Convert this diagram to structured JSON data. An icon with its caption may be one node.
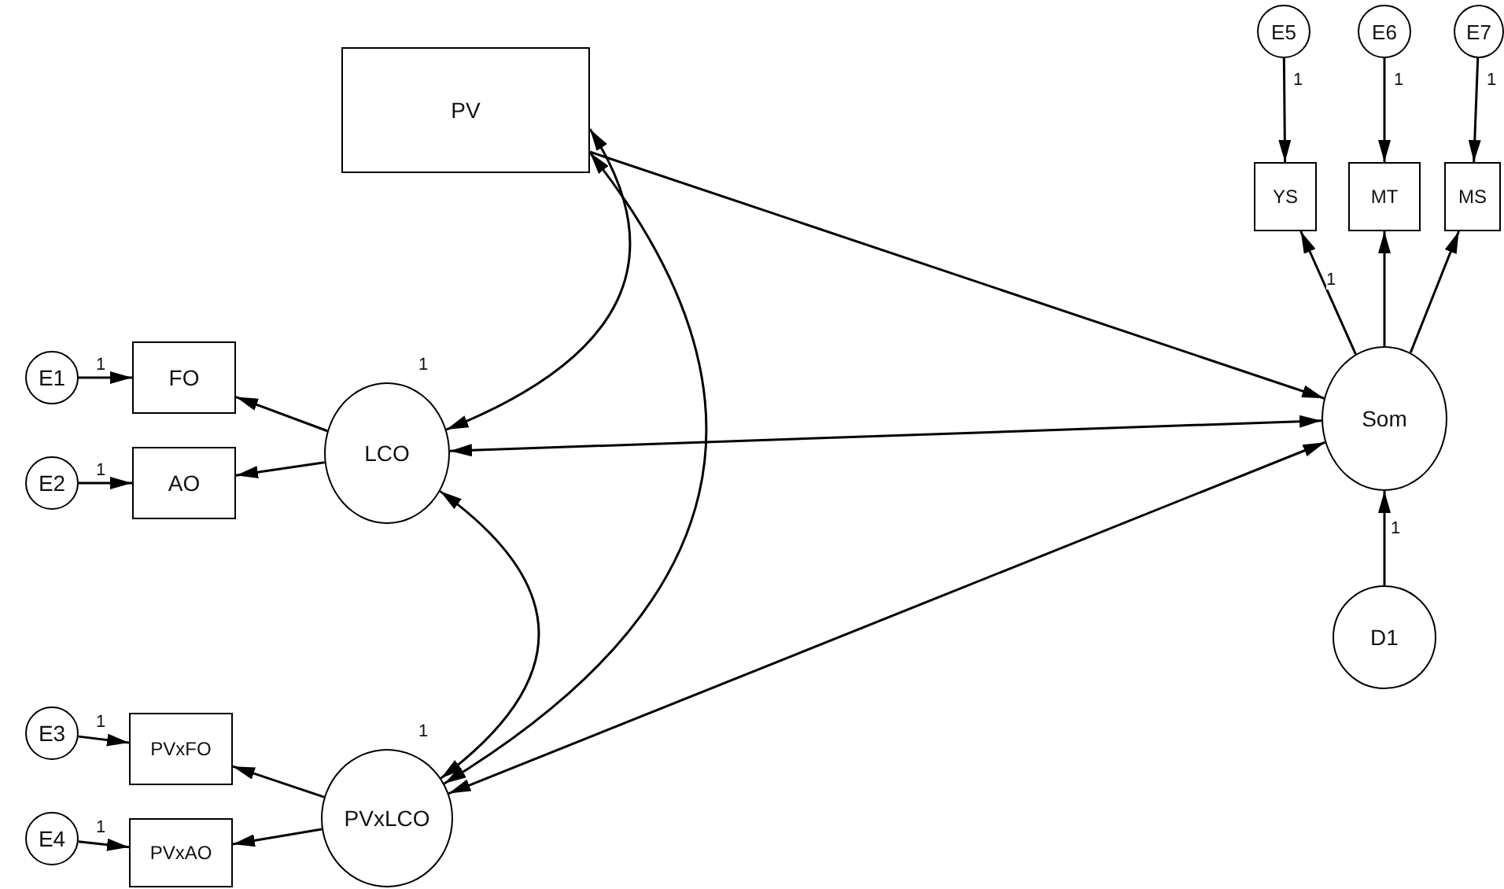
{
  "diagram": {
    "nodes": [
      {
        "text": [
          "PV"
        ]
      },
      {
        "text": [
          "E5"
        ]
      },
      {
        "text": [
          "E6"
        ]
      },
      {
        "text": [
          "E7"
        ]
      },
      {
        "text": [
          "YS"
        ]
      },
      {
        "text": [
          "MT"
        ]
      },
      {
        "text": [
          "MS"
        ]
      },
      {
        "text": [
          "E1"
        ]
      },
      {
        "text": [
          "FO"
        ]
      },
      {
        "text": [
          "LCO"
        ],
        "beside": [
          "1"
        ]
      },
      {
        "text": [
          "E2"
        ]
      },
      {
        "text": [
          "AO"
        ]
      },
      {
        "text": [
          "Som"
        ]
      },
      {
        "text": [
          "D1"
        ]
      },
      {
        "text": [
          "E3"
        ]
      },
      {
        "text": [
          "PVxFO"
        ]
      },
      {
        "text": [
          "PVxLCO"
        ],
        "beside": [
          "1"
        ]
      },
      {
        "text": [
          "E4"
        ]
      },
      {
        "text": [
          "PVxAO"
        ]
      }
    ],
    "edges": [
      {
        "from": 7,
        "to": 8,
        "arrow": "to",
        "label": "1"
      },
      {
        "from": 10,
        "to": 11,
        "arrow": "to",
        "label": "1"
      },
      {
        "from": 14,
        "to": 15,
        "arrow": "to",
        "label": "1"
      },
      {
        "from": 17,
        "to": 18,
        "arrow": "to",
        "label": "1"
      },
      {
        "from": 1,
        "to": 4,
        "arrow": "to",
        "label": "1"
      },
      {
        "from": 2,
        "to": 5,
        "arrow": "to",
        "label": "1"
      },
      {
        "from": 3,
        "to": 6,
        "arrow": "to",
        "label": "1"
      },
      {
        "from": 9,
        "to": 8,
        "arrow": "to"
      },
      {
        "from": 9,
        "to": 11,
        "arrow": "to"
      },
      {
        "from": 16,
        "to": 15,
        "arrow": "to"
      },
      {
        "from": 16,
        "to": 18,
        "arrow": "to"
      },
      {
        "from": 12,
        "to": 4,
        "arrow": "to",
        "label": "1"
      },
      {
        "from": 12,
        "to": 5,
        "arrow": "to"
      },
      {
        "from": 12,
        "to": 6,
        "arrow": "to"
      },
      {
        "from": 13,
        "to": 12,
        "arrow": "to",
        "label": "1"
      },
      {
        "from": 0,
        "to": 12,
        "arrow": "to"
      },
      {
        "from": 9,
        "to": 12,
        "arrow": "both"
      },
      {
        "from": 16,
        "to": 12,
        "arrow": "both"
      },
      {
        "from": 0,
        "to": 9,
        "arrow": "both"
      },
      {
        "from": 0,
        "to": 16,
        "arrow": "both"
      },
      {
        "from": 9,
        "to": 16,
        "arrow": "both"
      }
    ]
  }
}
